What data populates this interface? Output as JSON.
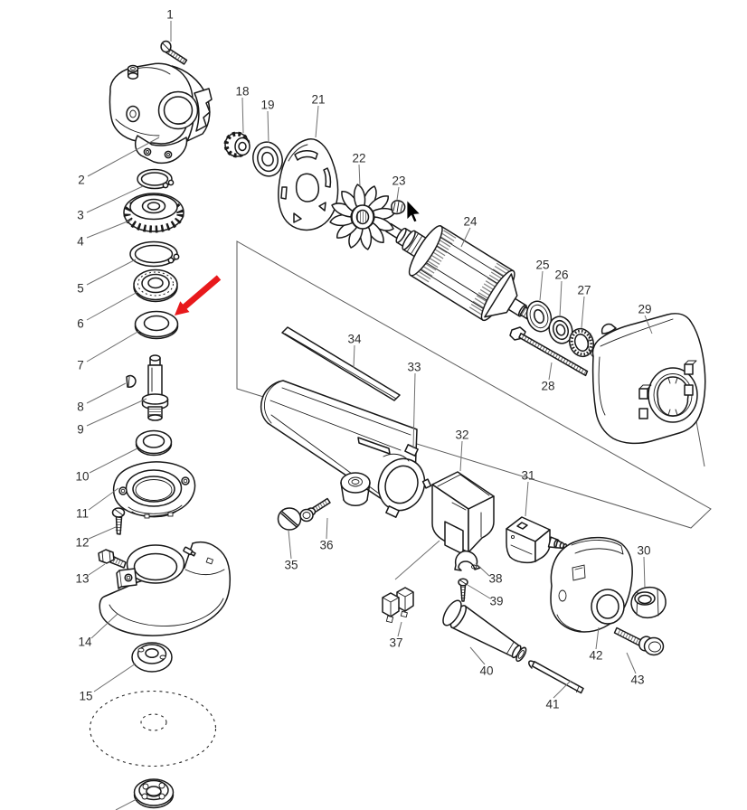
{
  "diagram": {
    "kind": "exploded-parts-diagram",
    "background_color": "#ffffff",
    "line_color": "#181818",
    "leader_line_color": "#6f6f6f"
  },
  "part_labels": [
    "1",
    "2",
    "3",
    "4",
    "5",
    "6",
    "7",
    "8",
    "9",
    "10",
    "11",
    "12",
    "13",
    "14",
    "15",
    "18",
    "19",
    "21",
    "22",
    "23",
    "24",
    "25",
    "26",
    "27",
    "28",
    "29",
    "30",
    "31",
    "32",
    "33",
    "34",
    "35",
    "36",
    "37",
    "38",
    "39",
    "40",
    "41",
    "42",
    "43"
  ],
  "highlight_arrow": {
    "color": "#e8191c",
    "points_to_part_label": "7"
  },
  "mouse_cursor": {
    "glyph": "arrow-pointer",
    "color": "#000000"
  }
}
